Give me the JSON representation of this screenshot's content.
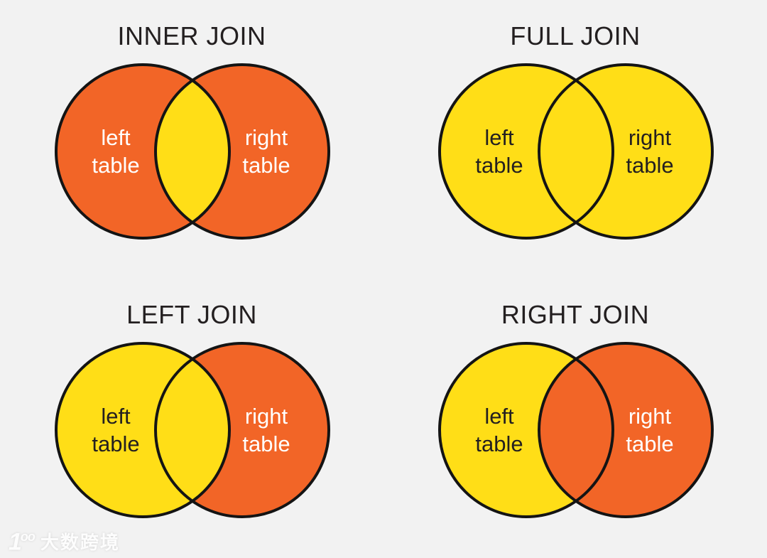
{
  "page": {
    "background_color": "#F2F2F2"
  },
  "colors": {
    "orange": "#F26527",
    "yellow": "#FFDE17",
    "circle_outline": "#141414",
    "title_text": "#231F20",
    "label_on_orange": "#FFFFFF",
    "label_on_yellow": "#231F20"
  },
  "diagrams": [
    {
      "title": "INNER JOIN",
      "left_label": [
        "left",
        "table"
      ],
      "right_label": [
        "right",
        "table"
      ],
      "left_fill": "#F26527",
      "right_fill": "#F26527",
      "intersection_fill": "#FFDE17",
      "left_label_color": "#FFFFFF",
      "right_label_color": "#FFFFFF"
    },
    {
      "title": "FULL JOIN",
      "left_label": [
        "left",
        "table"
      ],
      "right_label": [
        "right",
        "table"
      ],
      "left_fill": "#FFDE17",
      "right_fill": "#FFDE17",
      "intersection_fill": "#FFDE17",
      "left_label_color": "#231F20",
      "right_label_color": "#231F20"
    },
    {
      "title": "LEFT JOIN",
      "left_label": [
        "left",
        "table"
      ],
      "right_label": [
        "right",
        "table"
      ],
      "left_fill": "#FFDE17",
      "right_fill": "#F26527",
      "intersection_fill": "#FFDE17",
      "left_label_color": "#231F20",
      "right_label_color": "#FFFFFF"
    },
    {
      "title": "RIGHT JOIN",
      "left_label": [
        "left",
        "table"
      ],
      "right_label": [
        "right",
        "table"
      ],
      "left_fill": "#FFDE17",
      "right_fill": "#F26527",
      "intersection_fill": "#F26527",
      "left_label_color": "#231F20",
      "right_label_color": "#FFFFFF"
    }
  ],
  "watermark": {
    "logo_mark": "1",
    "logo_mark_sup": "oo",
    "text": "大数跨境"
  }
}
